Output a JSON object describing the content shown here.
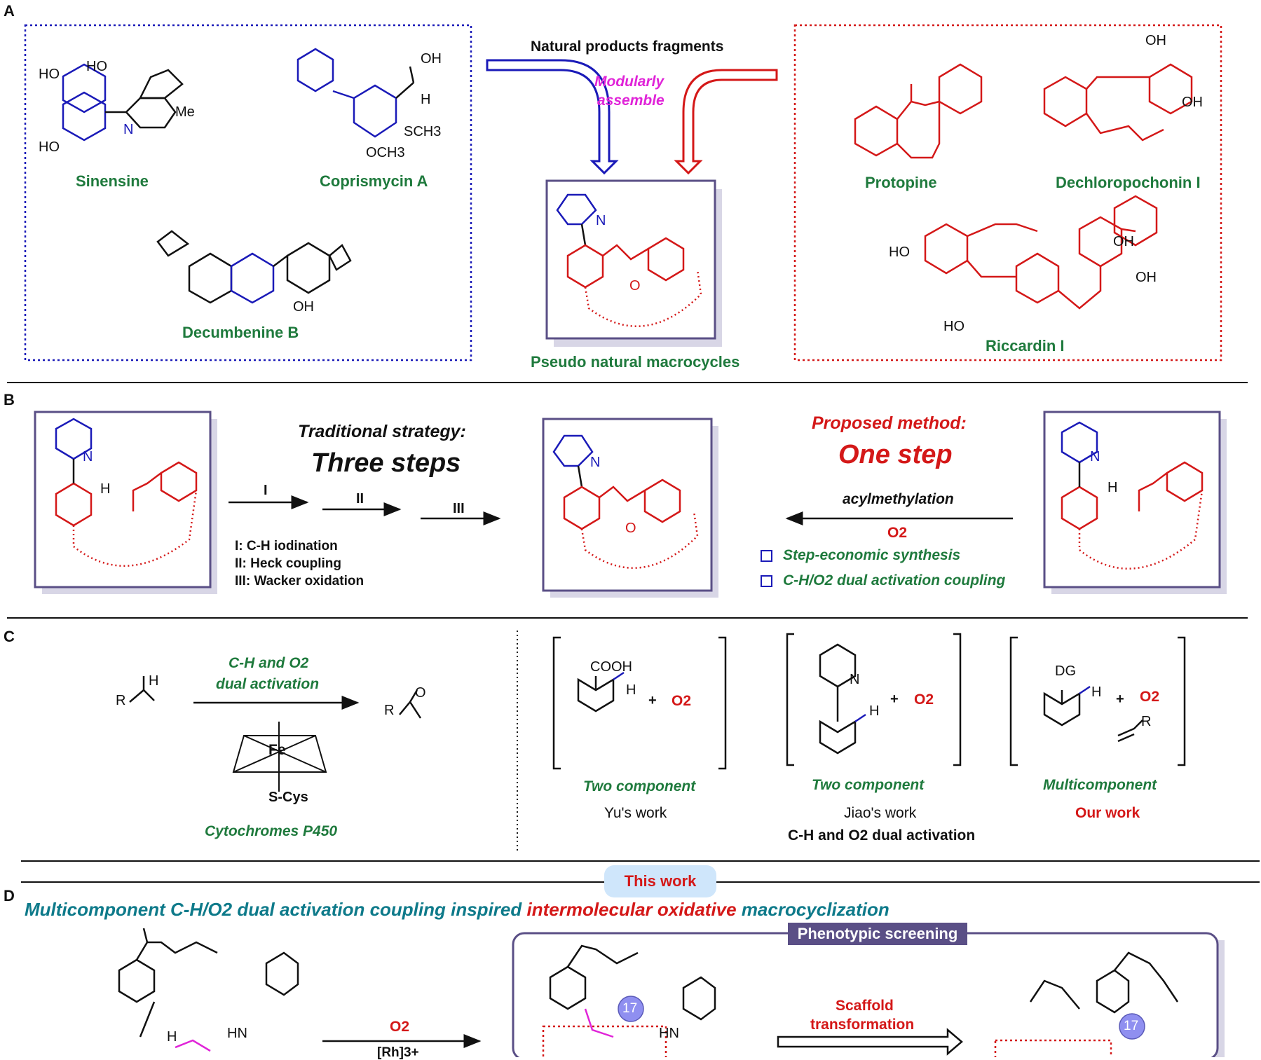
{
  "colors": {
    "blue": "#1a1ab8",
    "red": "#d41818",
    "green": "#1f7a3d",
    "magenta": "#e024d8",
    "purple_box": "#5a4f86",
    "teal": "#0e7a8a"
  },
  "panels": {
    "a": "A",
    "b": "B",
    "c": "C",
    "d": "D"
  },
  "panel_a": {
    "fragments_title": "Natural products fragments",
    "modular_1": "Modularly",
    "modular_2": "assemble",
    "target_label": "Pseudo natural macrocycles",
    "compounds": [
      "Sinensine",
      "Coprismycin A",
      "Decumbenine B",
      "Protopine",
      "Dechloropochonin I",
      "Riccardin I"
    ],
    "atoms": {
      "ho": "HO",
      "ho_oh": "HO",
      "me": "Me",
      "n": "N",
      "noh": "OH",
      "h": "H",
      "sch3": "SCH3",
      "och3": "OCH3",
      "oh": "OH",
      "o": "O"
    }
  },
  "panel_b": {
    "traditional": "Traditional strategy:",
    "three_steps": "Three steps",
    "step_labels": [
      "I",
      "II",
      "III"
    ],
    "steps": [
      "I: C-H iodination",
      "II: Heck coupling",
      "III: Wacker oxidation"
    ],
    "proposed": "Proposed  method:",
    "one_step": "One step",
    "acyl": "acylmethylation",
    "o2": "O2",
    "bullets": [
      "Step-economic synthesis",
      "C-H/O2 dual activation coupling"
    ]
  },
  "panel_c": {
    "arrow_top_1": "C-H and O2",
    "arrow_top_2": "dual activation",
    "enzyme": "Cytochromes P450",
    "fe": "Fe",
    "cys": "S-Cys",
    "cooh": "COOH",
    "dg": "DG",
    "plus": "+",
    "o2": "O2",
    "r": "R",
    "works": [
      {
        "type": "Two component",
        "who": "Yu's work"
      },
      {
        "type": "Two component",
        "who": "Jiao's work"
      },
      {
        "type": "Multicomponent",
        "who": "Our work"
      }
    ],
    "footer": "C-H and O2 dual activation"
  },
  "panel_d": {
    "banner": "This work",
    "title_a": "Multicomponent C-H/O2 dual activation coupling inspired ",
    "title_b": "intermolecular oxidative",
    "title_c": " macrocyclization",
    "screening": "Phenotypic screening",
    "o2": "O2",
    "catalyst": "[Rh]3+",
    "scaffold_1": "Scaffold",
    "scaffold_2": "transformation",
    "badge": "17",
    "hn": "HN",
    "h": "H"
  }
}
